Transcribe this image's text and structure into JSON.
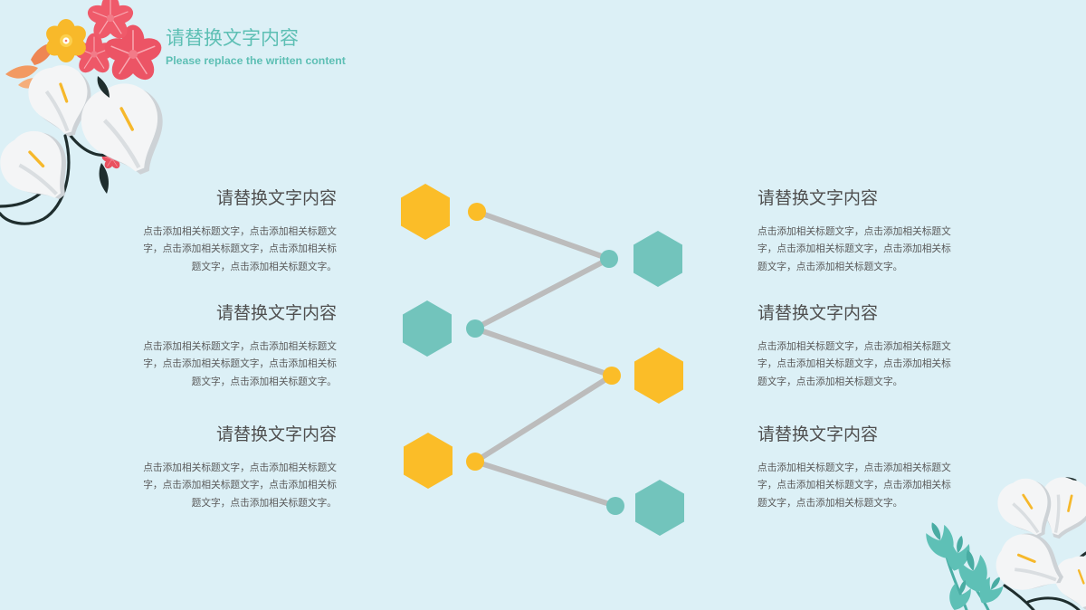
{
  "header": {
    "title": "请替换文字内容",
    "subtitle": "Please replace the written content"
  },
  "left_items": [
    {
      "title": "请替换文字内容",
      "body": "点击添加相关标题文字，点击添加相关标题文字，点击添加相关标题文字，点击添加相关标题文字，点击添加相关标题文字。"
    },
    {
      "title": "请替换文字内容",
      "body": "点击添加相关标题文字，点击添加相关标题文字，点击添加相关标题文字，点击添加相关标题文字，点击添加相关标题文字。"
    },
    {
      "title": "请替换文字内容",
      "body": "点击添加相关标题文字，点击添加相关标题文字，点击添加相关标题文字，点击添加相关标题文字，点击添加相关标题文字。"
    }
  ],
  "right_items": [
    {
      "title": "请替换文字内容",
      "body": "点击添加相关标题文字，点击添加相关标题文字，点击添加相关标题文字，点击添加相关标题文字，点击添加相关标题文字。"
    },
    {
      "title": "请替换文字内容",
      "body": "点击添加相关标题文字，点击添加相关标题文字，点击添加相关标题文字，点击添加相关标题文字，点击添加相关标题文字。"
    },
    {
      "title": "请替换文字内容",
      "body": "点击添加相关标题文字，点击添加相关标题文字，点击添加相关标题文字，点击添加相关标题文字，点击添加相关标题文字。"
    }
  ],
  "diagram": {
    "node_colors": [
      "yellow",
      "teal",
      "teal",
      "yellow",
      "yellow",
      "teal"
    ]
  },
  "colors": {
    "background": "#dcf0f6",
    "heading_teal": "#5dbfb4",
    "yellow": "#fbbd28",
    "teal": "#72c4bc",
    "connector_gray": "#bcbcbc",
    "title_text": "#4f4f4f",
    "body_text": "#5a5a5a"
  }
}
